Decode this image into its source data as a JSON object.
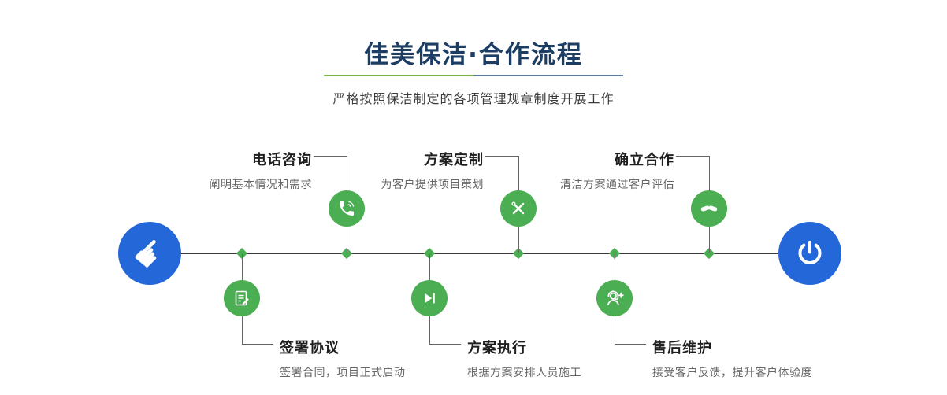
{
  "header": {
    "title": "佳美保洁·合作流程",
    "subtitle": "严格按照保洁制定的各项管理规章制度开展工作"
  },
  "colors": {
    "title_navy": "#1c3d64",
    "accent_green": "#4bae52",
    "accent_blue": "#2467d9",
    "divider_green": "#7cb342",
    "divider_blue": "#5b7a9d"
  },
  "timeline": {
    "start_icon": "pointing-hand-icon",
    "end_icon": "power-icon",
    "steps": [
      {
        "label": "签署协议",
        "description": "签署合同，项目正式启动",
        "icon": "document-icon",
        "side": "bottom"
      },
      {
        "label": "电话咨询",
        "description": "阐明基本情况和需求",
        "icon": "phone-icon",
        "side": "top"
      },
      {
        "label": "方案执行",
        "description": "根据方案安排人员施工",
        "icon": "play-icon",
        "side": "bottom"
      },
      {
        "label": "方案定制",
        "description": "为客户提供项目策划",
        "icon": "tools-icon",
        "side": "top"
      },
      {
        "label": "售后维护",
        "description": "接受客户反馈，提升客户体验度",
        "icon": "headset-icon",
        "side": "bottom"
      },
      {
        "label": "确立合作",
        "description": "清洁方案通过客户评估",
        "icon": "handshake-icon",
        "side": "top"
      }
    ]
  }
}
